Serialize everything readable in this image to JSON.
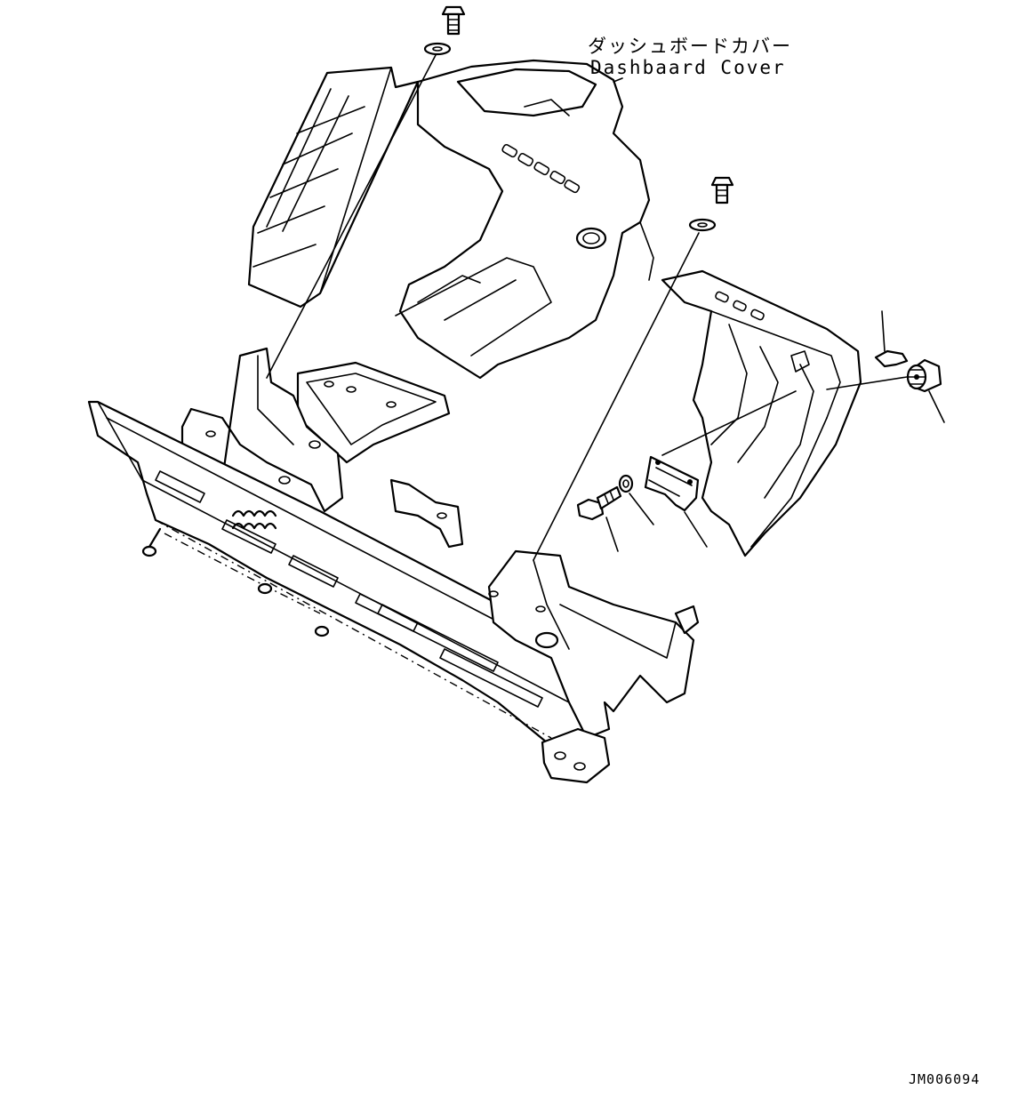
{
  "labels": {
    "part_name_jp": "ダッシュボードカバー",
    "part_name_en": "Dashbaard Cover",
    "drawing_number": "JM006094"
  },
  "icons": {
    "screw": "screw-icon",
    "washer": "washer-icon",
    "bolt": "bolt-icon",
    "bracket": "bracket-icon",
    "socket": "socket-icon",
    "clip": "clip-icon"
  },
  "colors": {
    "line": "#000000",
    "background": "#ffffff"
  }
}
